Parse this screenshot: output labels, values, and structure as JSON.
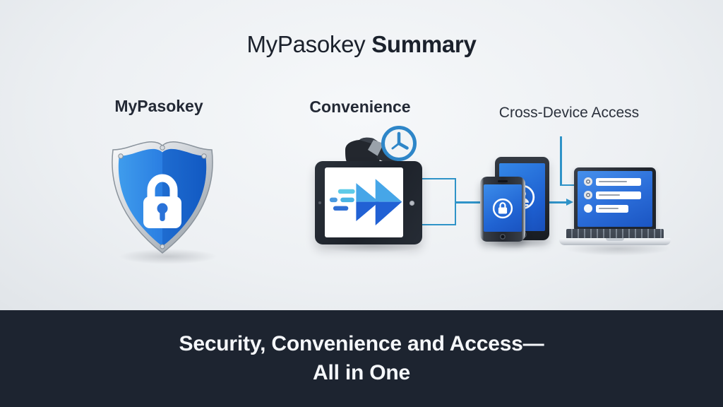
{
  "title": {
    "prefix": "MyPasokey",
    "emphasis": "Summary"
  },
  "columns": [
    {
      "label": "MyPasokey",
      "icon": "shield-lock-icon"
    },
    {
      "label": "Convenience",
      "icon": "fast-forward-tablet-icon"
    },
    {
      "label": "Cross-Device Access",
      "icon": "cross-device-icon"
    }
  ],
  "footer": {
    "line1": "Security, Convenience and Access—",
    "line2": "All in One"
  },
  "icons": {
    "shield": "shield-lock-icon",
    "clock": "clock-icon",
    "key_fob": "key-fob-icon",
    "fast_forward": "fast-forward-icon",
    "lock_circle": "lock-circle-icon",
    "user_circle": "user-circle-icon",
    "login_form": "login-form-fields"
  },
  "colors": {
    "accent_line": "#2f93c8",
    "shield_blue": "#2373dc",
    "device_screen_blue": "#2465d4",
    "band_background": "#1d2430",
    "page_background": "#edf0f3",
    "title_text": "#1b212c",
    "footer_text": "#f5f7fa"
  }
}
